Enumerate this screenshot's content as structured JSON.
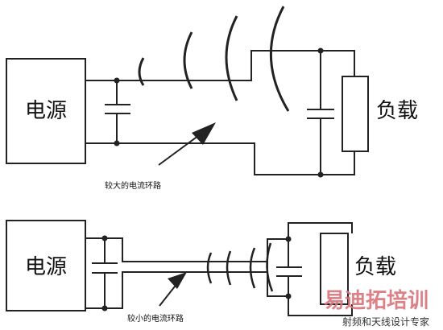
{
  "diagram": {
    "top": {
      "source_label": "电源",
      "load_label": "负载",
      "annotation": "较大的电流环路"
    },
    "bottom": {
      "source_label": "电源",
      "load_label": "负载",
      "annotation": "较小的电流环路"
    }
  },
  "watermark": {
    "brand": "易迪拓培训",
    "tagline": "射频和天线设计专家"
  }
}
